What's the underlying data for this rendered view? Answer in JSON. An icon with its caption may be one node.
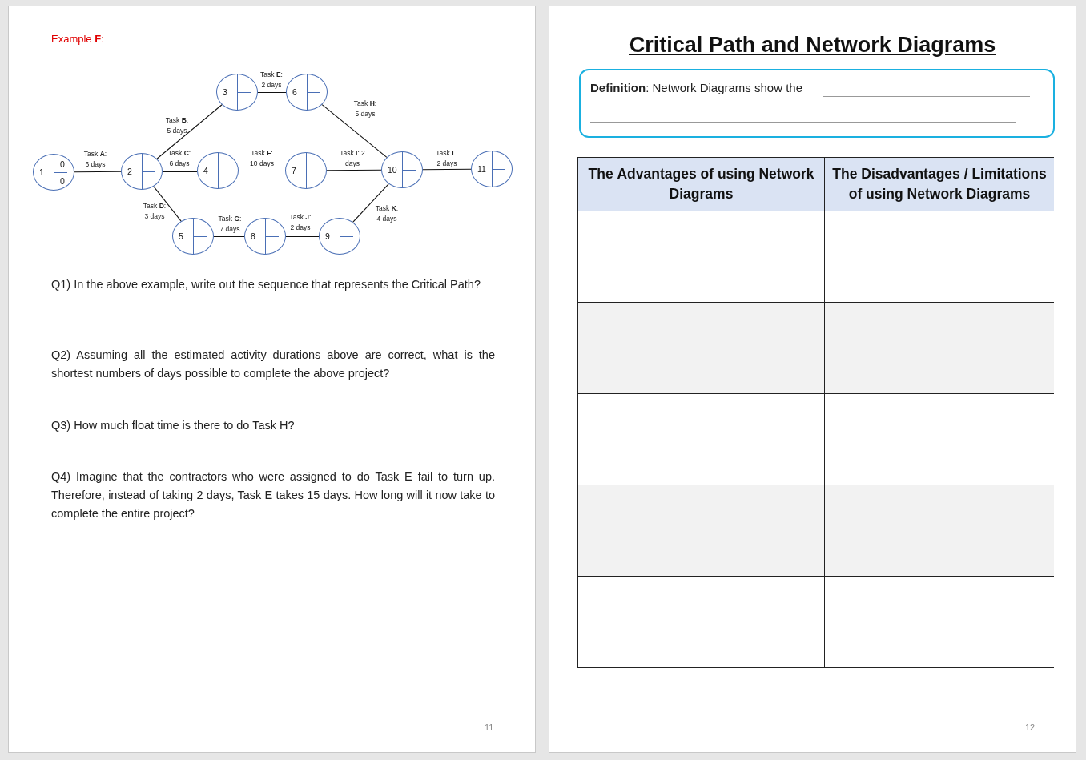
{
  "diagram": {
    "title": "Critical Path and Network Diagrams",
    "nodes": [
      {
        "text": [
          "1",
          "0",
          "0"
        ]
      },
      {
        "text": [
          "2"
        ]
      },
      {
        "text": [
          "3"
        ]
      },
      {
        "text": [
          "4"
        ]
      },
      {
        "text": [
          "5"
        ]
      },
      {
        "text": [
          "6"
        ]
      },
      {
        "text": [
          "7"
        ]
      },
      {
        "text": [
          "8"
        ]
      },
      {
        "text": [
          "9"
        ]
      },
      {
        "text": [
          "10"
        ]
      },
      {
        "text": [
          "11"
        ]
      }
    ],
    "edges": [
      {
        "from": 0,
        "to": 1,
        "arrow": "none",
        "label": "Task **A**: 6 days"
      },
      {
        "from": 1,
        "to": 2,
        "arrow": "none",
        "label": "Task **B**: 5 days"
      },
      {
        "from": 1,
        "to": 3,
        "arrow": "none",
        "label": "Task **C**: 6 days"
      },
      {
        "from": 1,
        "to": 4,
        "arrow": "none",
        "label": "Task **D**: 3 days"
      },
      {
        "from": 2,
        "to": 5,
        "arrow": "none",
        "label": "Task **E**: 2 days"
      },
      {
        "from": 3,
        "to": 6,
        "arrow": "none",
        "label": "Task **F**: 10 days"
      },
      {
        "from": 4,
        "to": 7,
        "arrow": "none",
        "label": "Task **G**: 7 days"
      },
      {
        "from": 5,
        "to": 9,
        "arrow": "none",
        "label": "Task **H**: 5 days"
      },
      {
        "from": 6,
        "to": 9,
        "arrow": "none",
        "label": "Task **I**: 2 days"
      },
      {
        "from": 7,
        "to": 8,
        "arrow": "none",
        "label": "Task **J**: 2 days"
      },
      {
        "from": 8,
        "to": 9,
        "arrow": "none",
        "label": "Task **K**: 4 days"
      },
      {
        "from": 9,
        "to": 10,
        "arrow": "none",
        "label": "Task **L**: 2 days"
      }
    ],
    "labels": [
      "Example **F**:",
      "Q1) In the above example, write out the sequence that represents the Critical Path?",
      "Q2) Assuming all the estimated activity durations above are correct, what is the shortest numbers of days possible to complete the above project?",
      "Q3) How much float time is there to do Task H?",
      "Q4) Imagine that the contractors who were assigned to do Task E fail to turn up. Therefore, instead of taking 2 days, Task E takes 15 days. How long will it now take to complete the entire project?",
      "11",
      "**Definition**: Network Diagrams show the",
      "The **Advantages** of using Network Diagrams",
      "The **Disadvantages / Limitations** of using Network Diagrams",
      "12"
    ]
  }
}
